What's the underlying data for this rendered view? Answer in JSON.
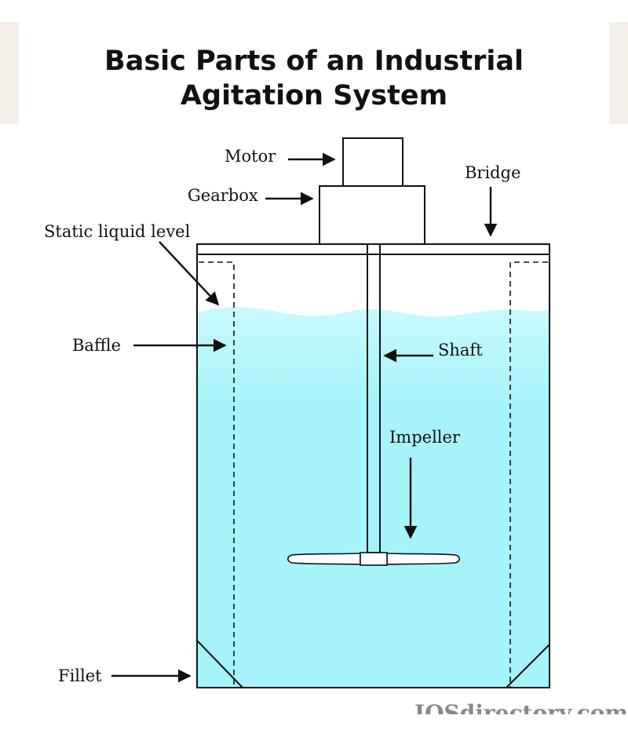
{
  "title": {
    "line1": "Basic Parts of an Industrial",
    "line2": "Agitation System"
  },
  "labels": {
    "motor": "Motor",
    "gearbox": "Gearbox",
    "bridge": "Bridge",
    "static_liquid_level": "Static liquid level",
    "baffle": "Baffle",
    "shaft": "Shaft",
    "impeller": "Impeller",
    "fillet": "Fillet"
  },
  "watermark": "IQSdirectory.com",
  "colors": {
    "liquid": "#a6f4fa",
    "liquid_top": "#c9fafc",
    "line": "#111111",
    "side_band": "#f3eee8"
  }
}
